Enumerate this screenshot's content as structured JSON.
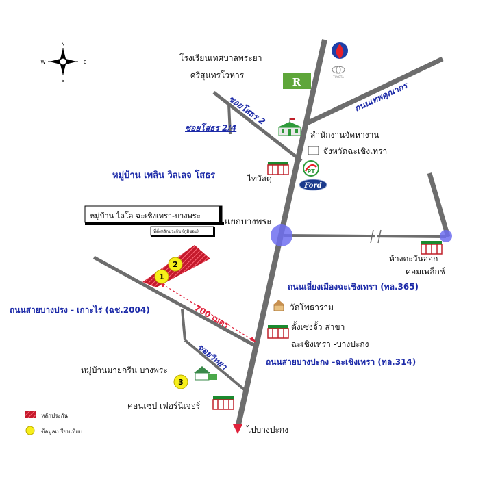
{
  "compass": {
    "n": "N",
    "s": "S",
    "e": "E",
    "w": "W"
  },
  "roads": {
    "soi_sothon_2": "ซอยโสธร 2",
    "soi_sothon_2_4": "ซอยโสธร 2/4",
    "thepkhunakorn": "ถนนเทพคุณากร",
    "bypass_365": "ถนนเลี่ยงเมืองฉะเชิงเทรา (ทล.365)",
    "bangprong_2004": "ถนนสายบางปรง - เกาะไร่ (ฉช.2004)",
    "soi_withaya": "ซอยวิทยา",
    "bangpakong_314": "ถนนสายบางปะกง -ฉะเชิงเทรา (ทล.314)"
  },
  "places": {
    "school_line1": "โรงเรียนเทศบาลพระยา",
    "school_line2": "ศรีสุนทรโวหาร",
    "office_line1": "สำนักงานจัดหางาน",
    "office_line2": "จังหวัดฉะเชิงเทรา",
    "thaiwasadu": "ไทวัสดุ",
    "village_plin": "หมู่บ้าน เพลิน วิลเลจ โสธร",
    "village_laio": "หมู่บ้าน ไลโอ ฉะเชิงเทรา-บางพระ",
    "collateral_note": "ที่ตั้งหลักประกัน (ภูมิชอบ)",
    "intersection": "แยกบางพระ",
    "mall_line1": "ห้างตะวันออก",
    "mall_line2": "คอมเพล็กซ์",
    "distance": "700 เมตร",
    "wat": "วัดโพธาราม",
    "tang_line1": "ตั้งเซ่งจั้ว สาขา",
    "tang_line2": "ฉะเชิงเทรา -บางปะกง",
    "village_myagreen": "หมู่บ้านมายกรีน บางพระ",
    "concept": "คอนเซป เฟอร์นิเจอร์",
    "to_bangpakong": "ไปบางปะกง",
    "marker1": "1",
    "marker2": "2",
    "marker3": "3",
    "ford": "Ford",
    "pt": "PT",
    "toyota": "TOYOTA",
    "robinson": "R"
  },
  "legend": {
    "collateral": "หลักประกัน",
    "comparable": "ข้อมูลเปรียบเทียบ"
  },
  "colors": {
    "road": "#6d6d6d",
    "road_label": "#1c2aa8",
    "collateral": "#e0213a",
    "marker": "#f7ef1a",
    "intersection": "#6e6ef0",
    "building": "#c0202a"
  }
}
